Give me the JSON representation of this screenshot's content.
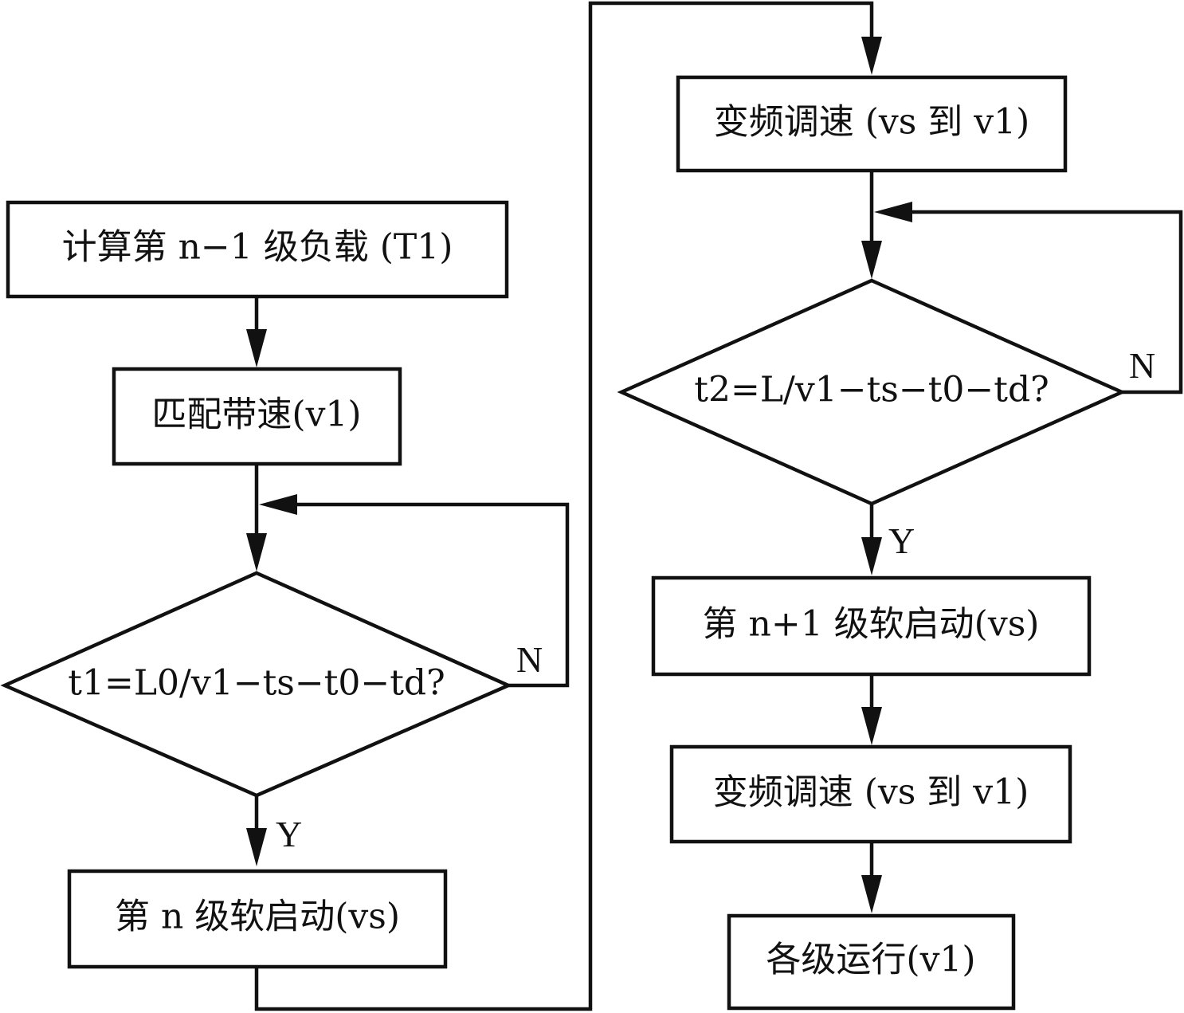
{
  "diagram": {
    "nodes": {
      "calc_load": "计算第 n−1 级负载 (T1)",
      "match_speed": "匹配带速(v1)",
      "check_t1": "t1=L0/v1−ts−t0−td?",
      "soft_start_n": "第 n 级软启动(vs)",
      "vfd_adjust_1": "变频调速 (vs 到 v1)",
      "check_t2": "t2=L/v1−ts−t0−td?",
      "soft_start_n1": "第 n+1 级软启动(vs)",
      "vfd_adjust_2": "变频调速 (vs 到 v1)",
      "all_run": "各级运行(v1)"
    },
    "labels": {
      "no_1": "N",
      "yes_1": "Y",
      "no_2": "N",
      "yes_2": "Y"
    }
  }
}
